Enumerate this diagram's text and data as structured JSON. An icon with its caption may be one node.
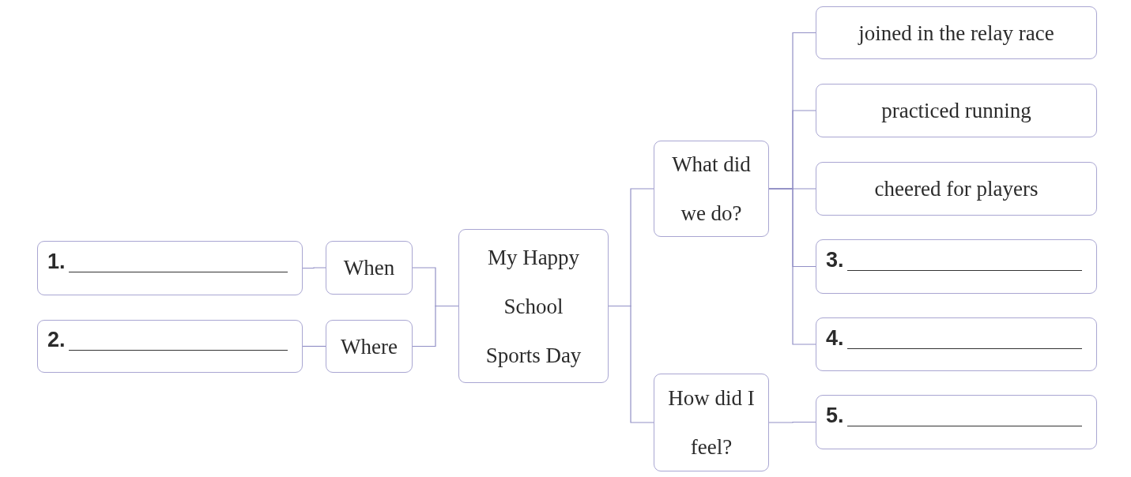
{
  "diagram": {
    "nodes": [
      {
        "text": [
          "My Happy School Sports Day"
        ]
      },
      {
        "text": [
          "When"
        ]
      },
      {
        "text": [
          "Where"
        ]
      },
      {
        "text": [
          "1."
        ]
      },
      {
        "text": [
          "2."
        ]
      },
      {
        "text": [
          "What did we do?"
        ]
      },
      {
        "text": [
          "How did I feel?"
        ]
      },
      {
        "text": [
          "joined in the relay race"
        ]
      },
      {
        "text": [
          "practiced running"
        ]
      },
      {
        "text": [
          "cheered for players"
        ]
      },
      {
        "text": [
          "3."
        ]
      },
      {
        "text": [
          "4."
        ]
      },
      {
        "text": [
          "5."
        ]
      }
    ],
    "edges": [
      {
        "from": 0,
        "to": 1,
        "arrow": "none"
      },
      {
        "from": 0,
        "to": 2,
        "arrow": "none"
      },
      {
        "from": 1,
        "to": 3,
        "arrow": "none"
      },
      {
        "from": 2,
        "to": 4,
        "arrow": "none"
      },
      {
        "from": 0,
        "to": 5,
        "arrow": "none"
      },
      {
        "from": 0,
        "to": 6,
        "arrow": "none"
      },
      {
        "from": 5,
        "to": 7,
        "arrow": "none"
      },
      {
        "from": 5,
        "to": 8,
        "arrow": "none"
      },
      {
        "from": 5,
        "to": 9,
        "arrow": "none"
      },
      {
        "from": 5,
        "to": 10,
        "arrow": "none"
      },
      {
        "from": 5,
        "to": 11,
        "arrow": "none"
      },
      {
        "from": 6,
        "to": 12,
        "arrow": "none"
      }
    ]
  }
}
